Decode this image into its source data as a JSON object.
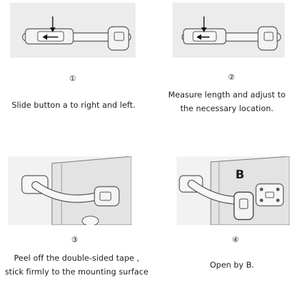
{
  "steps": [
    {
      "number": "①",
      "caption_lines": [
        "Slide button a to right and left."
      ]
    },
    {
      "number": "②",
      "caption_lines": [
        "Measure length and adjust to",
        "the necessary location."
      ]
    },
    {
      "number": "③",
      "caption_lines": [
        "Peel off the double-sided tape ,",
        "stick firmly to the mounting surface"
      ]
    },
    {
      "number": "④",
      "caption_lines": [
        "Open by B."
      ],
      "label": "B"
    }
  ],
  "icons": [
    "left-arrow-icon",
    "down-arrow-icon",
    "cabinet-icon",
    "strap-lock-icon"
  ],
  "colors": {
    "panel": "#ececec",
    "strap": "#f6f6f6",
    "outline": "#555555",
    "cabinet": "#e3e3e3"
  }
}
